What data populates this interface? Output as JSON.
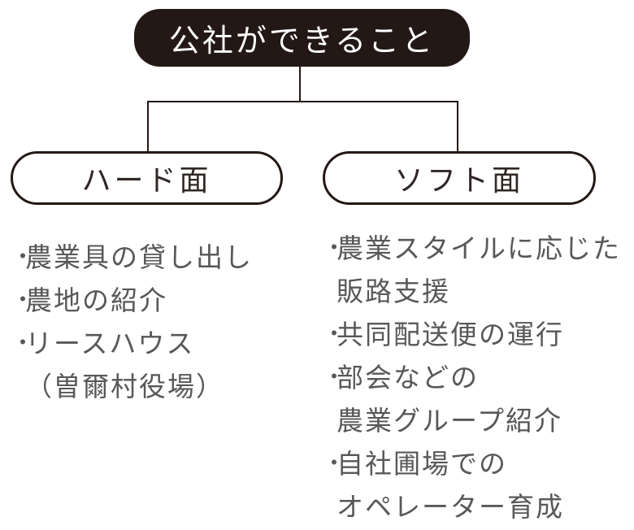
{
  "colors": {
    "ink": "#231815",
    "pill_text": "#302826",
    "list_text": "#595757",
    "title_text": "#ffffff",
    "background": "#ffffff"
  },
  "root": {
    "title": "公社ができること"
  },
  "branches": {
    "hard": {
      "label": "ハード面",
      "lines": [
        {
          "bullet": "・",
          "text": "農業具の貸し出し"
        },
        {
          "bullet": "・",
          "text": "農地の紹介"
        },
        {
          "bullet": "・",
          "text": "リースハウス"
        },
        {
          "bullet": "",
          "text": "（曽爾村役場）"
        }
      ]
    },
    "soft": {
      "label": "ソフト面",
      "lines": [
        {
          "bullet": "・",
          "text": "農業スタイルに応じた"
        },
        {
          "bullet": "",
          "text": "販路支援"
        },
        {
          "bullet": "・",
          "text": "共同配送便の運行"
        },
        {
          "bullet": "・",
          "text": "部会などの"
        },
        {
          "bullet": "",
          "text": "農業グループ紹介"
        },
        {
          "bullet": "・",
          "text": "自社圃場での"
        },
        {
          "bullet": "",
          "text": "オペレーター育成"
        }
      ]
    }
  }
}
